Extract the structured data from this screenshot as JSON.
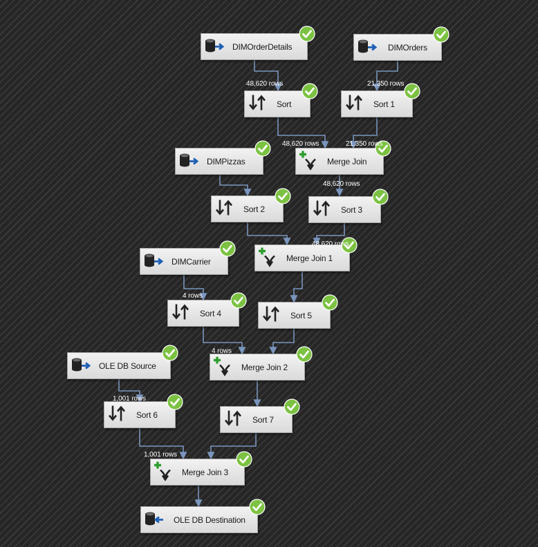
{
  "colors": {
    "canvas_background": "#262626",
    "stripe": "#3c3c3c",
    "task_box": "#e6e6e6",
    "connector": "#7a95bd",
    "success_check": "#7cc242",
    "source_arrow": "#1f5fb5",
    "merge_plus": "#2e9e2e"
  },
  "components": [
    {
      "id": "dimorderdetails",
      "label": "DIMOrderDetails",
      "kind": "source",
      "icon": "db-source-icon"
    },
    {
      "id": "dimorders",
      "label": "DIMOrders",
      "kind": "source",
      "icon": "db-source-icon"
    },
    {
      "id": "sort",
      "label": "Sort",
      "kind": "sort",
      "icon": "sort-icon"
    },
    {
      "id": "sort1",
      "label": "Sort 1",
      "kind": "sort",
      "icon": "sort-icon"
    },
    {
      "id": "dimpizzas",
      "label": "DIMPizzas",
      "kind": "source",
      "icon": "db-source-icon"
    },
    {
      "id": "mergejoin",
      "label": "Merge Join",
      "kind": "merge",
      "icon": "merge-join-icon"
    },
    {
      "id": "sort2",
      "label": "Sort 2",
      "kind": "sort",
      "icon": "sort-icon"
    },
    {
      "id": "sort3",
      "label": "Sort 3",
      "kind": "sort",
      "icon": "sort-icon"
    },
    {
      "id": "dimcarrier",
      "label": "DIMCarrier",
      "kind": "source",
      "icon": "db-source-icon"
    },
    {
      "id": "mergejoin1",
      "label": "Merge Join 1",
      "kind": "merge",
      "icon": "merge-join-icon"
    },
    {
      "id": "sort4",
      "label": "Sort 4",
      "kind": "sort",
      "icon": "sort-icon"
    },
    {
      "id": "sort5",
      "label": "Sort 5",
      "kind": "sort",
      "icon": "sort-icon"
    },
    {
      "id": "oledbsource",
      "label": "OLE DB Source",
      "kind": "source",
      "icon": "db-source-icon"
    },
    {
      "id": "mergejoin2",
      "label": "Merge Join 2",
      "kind": "merge",
      "icon": "merge-join-icon"
    },
    {
      "id": "sort6",
      "label": "Sort 6",
      "kind": "sort",
      "icon": "sort-icon"
    },
    {
      "id": "sort7",
      "label": "Sort 7",
      "kind": "sort",
      "icon": "sort-icon"
    },
    {
      "id": "mergejoin3",
      "label": "Merge Join 3",
      "kind": "merge",
      "icon": "merge-join-icon"
    },
    {
      "id": "oledbdest",
      "label": "OLE DB Destination",
      "kind": "destination",
      "icon": "db-destination-icon"
    }
  ],
  "row_counts": [
    {
      "id": "rc1",
      "text": "48,620 rows"
    },
    {
      "id": "rc2",
      "text": "21,350 rows"
    },
    {
      "id": "rc3",
      "text": "48,620 rows"
    },
    {
      "id": "rc4",
      "text": "21,350 rows"
    },
    {
      "id": "rc5",
      "text": "48,620 rows"
    },
    {
      "id": "rc6",
      "text": "48,620 rows"
    },
    {
      "id": "rc7",
      "text": "4 rows"
    },
    {
      "id": "rc8",
      "text": "4 rows"
    },
    {
      "id": "rc9",
      "text": "1,001 rows"
    },
    {
      "id": "rc10",
      "text": "1,001 rows"
    }
  ]
}
